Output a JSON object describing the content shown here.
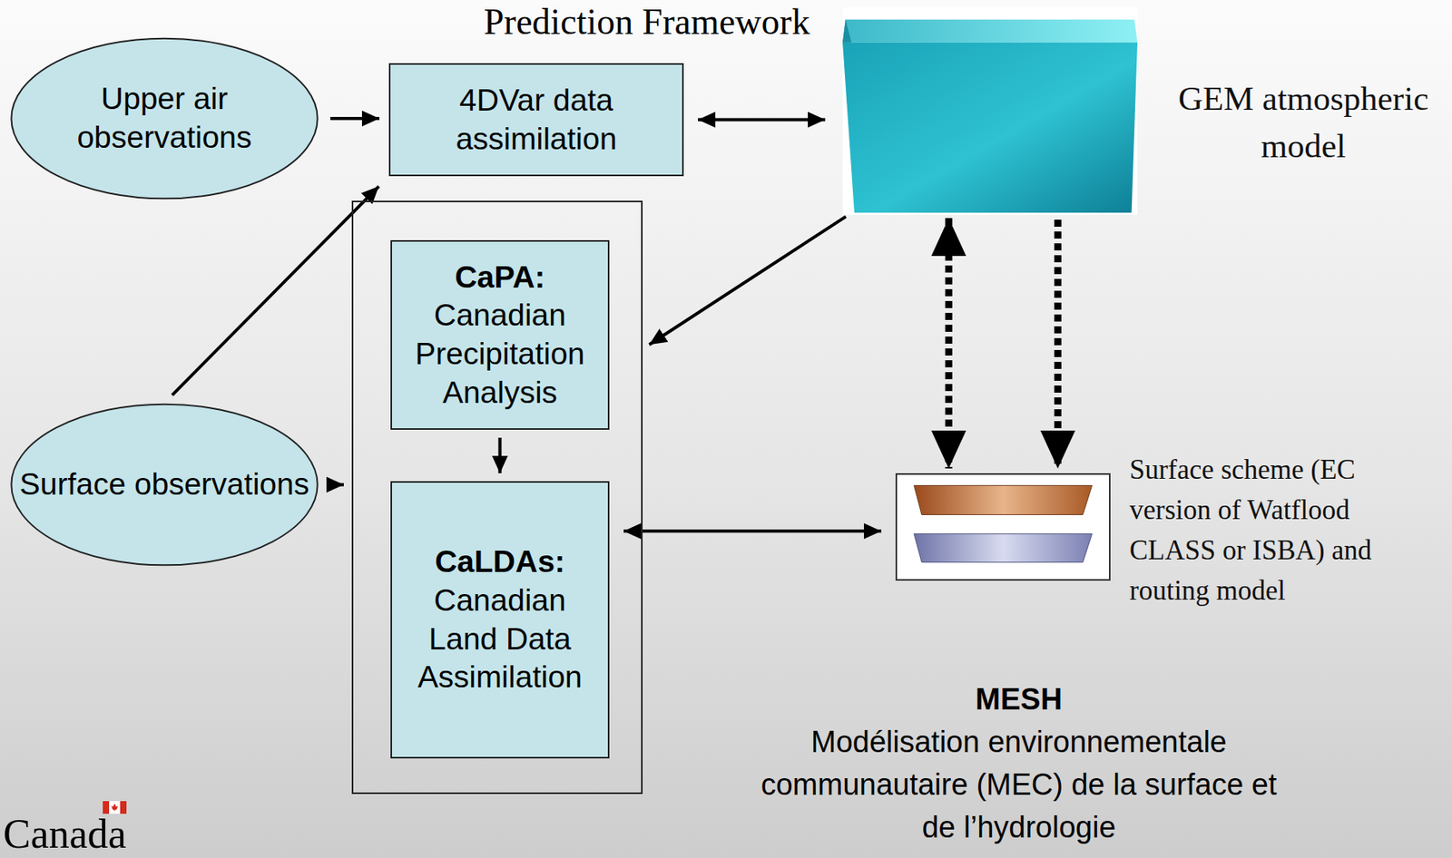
{
  "diagram": {
    "title": "Prediction Framework",
    "nodes": [
      {
        "text": [
          "Upper air observations"
        ]
      },
      {
        "text": [
          "4DVar data assimilation"
        ]
      },
      {
        "text": [
          "GEM atmospheric model"
        ]
      },
      {
        "text": [
          "Surface observations"
        ]
      },
      {
        "text": []
      },
      {
        "text": [
          "CaPA:",
          "Canadian Precipitation Analysis"
        ],
        "in": 4
      },
      {
        "text": [
          "CaLDAs:",
          "Canadian Land Data Assimilation"
        ],
        "in": 4
      },
      {
        "text": [
          "Surface scheme (EC version of Watflood CLASS or ISBA) and routing model"
        ]
      }
    ],
    "edges": [
      {
        "from": 0,
        "to": 1,
        "arrow": "to"
      },
      {
        "from": 1,
        "to": 2,
        "arrow": "both"
      },
      {
        "from": 3,
        "to": 1,
        "arrow": "to"
      },
      {
        "from": 3,
        "to": 4,
        "arrow": "to"
      },
      {
        "from": 2,
        "to": 4,
        "arrow": "to"
      },
      {
        "from": 5,
        "to": 6,
        "arrow": "to"
      },
      {
        "from": 6,
        "to": 7,
        "arrow": "both"
      },
      {
        "from": 2,
        "to": 7,
        "arrow": "both"
      },
      {
        "from": 2,
        "to": 7,
        "arrow": "to"
      }
    ],
    "labels": [
      "MESH",
      "Modélisation environnementale communautaire (MEC) de la surface et de l’hydrologie",
      "Canada"
    ]
  }
}
